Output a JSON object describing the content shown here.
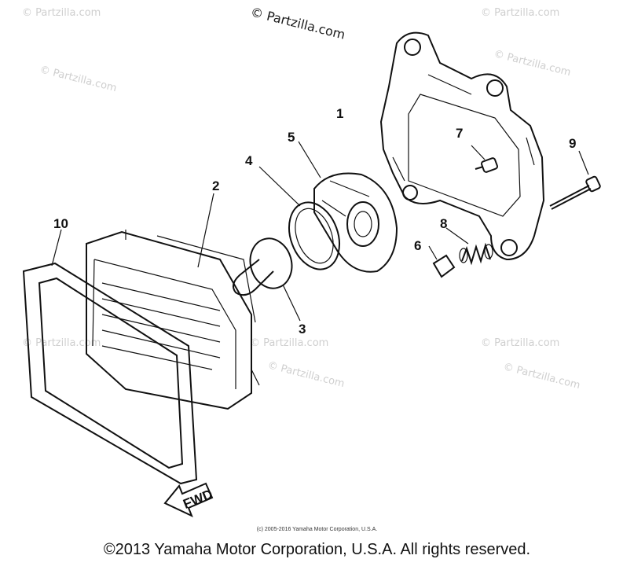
{
  "watermarks": {
    "main": "© Partzilla.com",
    "tiled": "© Partzilla.com"
  },
  "callouts": {
    "c1": "1",
    "c2": "2",
    "c3": "3",
    "c4": "4",
    "c5": "5",
    "c6": "6",
    "c7": "7",
    "c8": "8",
    "c9": "9",
    "c10": "10"
  },
  "direction_label": "FWD",
  "fine_print": "(c) 2005-2016 Yamaha Motor Corporation, U.S.A.",
  "copyright": "©2013 Yamaha Motor Corporation, U.S.A. All rights reserved."
}
